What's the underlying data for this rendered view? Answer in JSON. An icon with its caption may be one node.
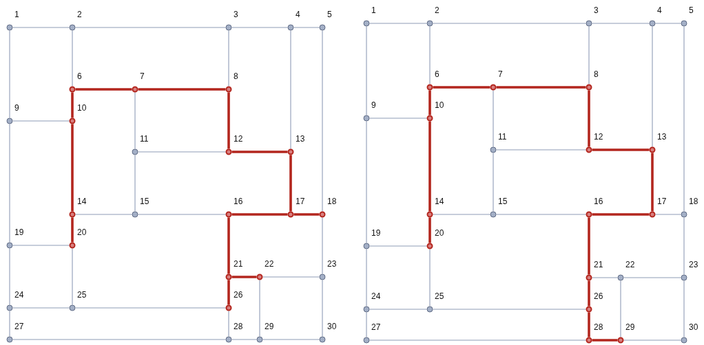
{
  "diagram": {
    "nodes": [
      {
        "text": [],
        "shape": "circle",
        "beside": [
          "1"
        ]
      },
      {
        "text": [],
        "shape": "circle",
        "beside": [
          "2"
        ]
      },
      {
        "text": [],
        "shape": "circle",
        "beside": [
          "3"
        ]
      },
      {
        "text": [],
        "shape": "circle",
        "beside": [
          "4"
        ]
      },
      {
        "text": [],
        "shape": "circle",
        "beside": [
          "5"
        ]
      },
      {
        "text": [],
        "shape": "circle",
        "beside": [
          "6"
        ]
      },
      {
        "text": [],
        "shape": "circle",
        "beside": [
          "7"
        ]
      },
      {
        "text": [],
        "shape": "circle",
        "beside": [
          "8"
        ]
      },
      {
        "text": [],
        "shape": "circle",
        "beside": [
          "9"
        ]
      },
      {
        "text": [],
        "shape": "circle",
        "beside": [
          "10"
        ]
      },
      {
        "text": [],
        "shape": "circle",
        "beside": [
          "11"
        ]
      },
      {
        "text": [],
        "shape": "circle",
        "beside": [
          "12"
        ]
      },
      {
        "text": [],
        "shape": "circle",
        "beside": [
          "13"
        ]
      },
      {
        "text": [],
        "shape": "circle",
        "beside": [
          "14"
        ]
      },
      {
        "text": [],
        "shape": "circle",
        "beside": [
          "15"
        ]
      },
      {
        "text": [],
        "shape": "circle",
        "beside": [
          "16"
        ]
      },
      {
        "text": [],
        "shape": "circle",
        "beside": [
          "17"
        ]
      },
      {
        "text": [],
        "shape": "circle",
        "beside": [
          "18"
        ]
      },
      {
        "text": [],
        "shape": "circle",
        "beside": [
          "19"
        ]
      },
      {
        "text": [],
        "shape": "circle",
        "beside": [
          "20"
        ]
      },
      {
        "text": [],
        "shape": "circle",
        "beside": [
          "21"
        ]
      },
      {
        "text": [],
        "shape": "circle",
        "beside": [
          "22"
        ]
      },
      {
        "text": [],
        "shape": "circle",
        "beside": [
          "23"
        ]
      },
      {
        "text": [],
        "shape": "circle",
        "beside": [
          "24"
        ]
      },
      {
        "text": [],
        "shape": "circle",
        "beside": [
          "25"
        ]
      },
      {
        "text": [],
        "shape": "circle",
        "beside": [
          "26"
        ]
      },
      {
        "text": [],
        "shape": "circle",
        "beside": [
          "27"
        ]
      },
      {
        "text": [],
        "shape": "circle",
        "beside": [
          "28"
        ]
      },
      {
        "text": [],
        "shape": "circle",
        "beside": [
          "29"
        ]
      },
      {
        "text": [],
        "shape": "circle",
        "beside": [
          "30"
        ]
      },
      {
        "text": [],
        "shape": "circle",
        "beside": [
          "1"
        ]
      },
      {
        "text": [],
        "shape": "circle",
        "beside": [
          "2"
        ]
      },
      {
        "text": [],
        "shape": "circle",
        "beside": [
          "3"
        ]
      },
      {
        "text": [],
        "shape": "circle",
        "beside": [
          "4"
        ]
      },
      {
        "text": [],
        "shape": "circle",
        "beside": [
          "5"
        ]
      },
      {
        "text": [],
        "shape": "circle",
        "beside": [
          "6"
        ]
      },
      {
        "text": [],
        "shape": "circle",
        "beside": [
          "7"
        ]
      },
      {
        "text": [],
        "shape": "circle",
        "beside": [
          "8"
        ]
      },
      {
        "text": [],
        "shape": "circle",
        "beside": [
          "9"
        ]
      },
      {
        "text": [],
        "shape": "circle",
        "beside": [
          "10"
        ]
      },
      {
        "text": [],
        "shape": "circle",
        "beside": [
          "11"
        ]
      },
      {
        "text": [],
        "shape": "circle",
        "beside": [
          "12"
        ]
      },
      {
        "text": [],
        "shape": "circle",
        "beside": [
          "13"
        ]
      },
      {
        "text": [],
        "shape": "circle",
        "beside": [
          "14"
        ]
      },
      {
        "text": [],
        "shape": "circle",
        "beside": [
          "15"
        ]
      },
      {
        "text": [],
        "shape": "circle",
        "beside": [
          "16"
        ]
      },
      {
        "text": [],
        "shape": "circle",
        "beside": [
          "17"
        ]
      },
      {
        "text": [],
        "shape": "circle",
        "beside": [
          "18"
        ]
      },
      {
        "text": [],
        "shape": "circle",
        "beside": [
          "19"
        ]
      },
      {
        "text": [],
        "shape": "circle",
        "beside": [
          "20"
        ]
      },
      {
        "text": [],
        "shape": "circle",
        "beside": [
          "21"
        ]
      },
      {
        "text": [],
        "shape": "circle",
        "beside": [
          "22"
        ]
      },
      {
        "text": [],
        "shape": "circle",
        "beside": [
          "23"
        ]
      },
      {
        "text": [],
        "shape": "circle",
        "beside": [
          "24"
        ]
      },
      {
        "text": [],
        "shape": "circle",
        "beside": [
          "25"
        ]
      },
      {
        "text": [],
        "shape": "circle",
        "beside": [
          "26"
        ]
      },
      {
        "text": [],
        "shape": "circle",
        "beside": [
          "27"
        ]
      },
      {
        "text": [],
        "shape": "circle",
        "beside": [
          "28"
        ]
      },
      {
        "text": [],
        "shape": "circle",
        "beside": [
          "29"
        ]
      },
      {
        "text": [],
        "shape": "circle",
        "beside": [
          "30"
        ]
      }
    ],
    "edges": [
      {
        "from": 0,
        "to": 1,
        "arrow": "none"
      },
      {
        "from": 1,
        "to": 2,
        "arrow": "none"
      },
      {
        "from": 2,
        "to": 3,
        "arrow": "none"
      },
      {
        "from": 3,
        "to": 4,
        "arrow": "none"
      },
      {
        "from": 0,
        "to": 8,
        "arrow": "none"
      },
      {
        "from": 8,
        "to": 18,
        "arrow": "none"
      },
      {
        "from": 18,
        "to": 23,
        "arrow": "none"
      },
      {
        "from": 23,
        "to": 26,
        "arrow": "none"
      },
      {
        "from": 1,
        "to": 5,
        "arrow": "none"
      },
      {
        "from": 2,
        "to": 7,
        "arrow": "none"
      },
      {
        "from": 3,
        "to": 12,
        "arrow": "none"
      },
      {
        "from": 4,
        "to": 17,
        "arrow": "none"
      },
      {
        "from": 5,
        "to": 6,
        "arrow": "none",
        "style": "thick",
        "color": "#b3261e"
      },
      {
        "from": 6,
        "to": 7,
        "arrow": "none",
        "style": "thick",
        "color": "#b3261e"
      },
      {
        "from": 5,
        "to": 9,
        "arrow": "none",
        "style": "thick",
        "color": "#b3261e"
      },
      {
        "from": 8,
        "to": 9,
        "arrow": "none"
      },
      {
        "from": 9,
        "to": 13,
        "arrow": "none",
        "style": "thick",
        "color": "#b3261e"
      },
      {
        "from": 6,
        "to": 10,
        "arrow": "none"
      },
      {
        "from": 7,
        "to": 11,
        "arrow": "none",
        "style": "thick",
        "color": "#b3261e"
      },
      {
        "from": 10,
        "to": 11,
        "arrow": "none"
      },
      {
        "from": 11,
        "to": 12,
        "arrow": "none",
        "style": "thick",
        "color": "#b3261e"
      },
      {
        "from": 12,
        "to": 16,
        "arrow": "none",
        "style": "thick",
        "color": "#b3261e"
      },
      {
        "from": 10,
        "to": 14,
        "arrow": "none"
      },
      {
        "from": 13,
        "to": 14,
        "arrow": "none"
      },
      {
        "from": 14,
        "to": 15,
        "arrow": "none"
      },
      {
        "from": 15,
        "to": 16,
        "arrow": "none",
        "style": "thick",
        "color": "#b3261e"
      },
      {
        "from": 16,
        "to": 17,
        "arrow": "none",
        "style": "thick",
        "color": "#b3261e"
      },
      {
        "from": 13,
        "to": 19,
        "arrow": "none",
        "style": "thick",
        "color": "#b3261e"
      },
      {
        "from": 18,
        "to": 19,
        "arrow": "none"
      },
      {
        "from": 19,
        "to": 24,
        "arrow": "none"
      },
      {
        "from": 17,
        "to": 22,
        "arrow": "none"
      },
      {
        "from": 15,
        "to": 20,
        "arrow": "none",
        "style": "thick",
        "color": "#b3261e"
      },
      {
        "from": 20,
        "to": 21,
        "arrow": "none",
        "style": "thick",
        "color": "#b3261e"
      },
      {
        "from": 21,
        "to": 22,
        "arrow": "none"
      },
      {
        "from": 20,
        "to": 25,
        "arrow": "none",
        "style": "thick",
        "color": "#b3261e"
      },
      {
        "from": 23,
        "to": 24,
        "arrow": "none"
      },
      {
        "from": 24,
        "to": 25,
        "arrow": "none"
      },
      {
        "from": 25,
        "to": 27,
        "arrow": "none"
      },
      {
        "from": 21,
        "to": 28,
        "arrow": "none"
      },
      {
        "from": 22,
        "to": 29,
        "arrow": "none"
      },
      {
        "from": 26,
        "to": 27,
        "arrow": "none"
      },
      {
        "from": 27,
        "to": 28,
        "arrow": "none"
      },
      {
        "from": 28,
        "to": 29,
        "arrow": "none"
      },
      {
        "from": 30,
        "to": 31,
        "arrow": "none"
      },
      {
        "from": 31,
        "to": 32,
        "arrow": "none"
      },
      {
        "from": 32,
        "to": 33,
        "arrow": "none"
      },
      {
        "from": 33,
        "to": 34,
        "arrow": "none"
      },
      {
        "from": 30,
        "to": 38,
        "arrow": "none"
      },
      {
        "from": 38,
        "to": 48,
        "arrow": "none"
      },
      {
        "from": 48,
        "to": 53,
        "arrow": "none"
      },
      {
        "from": 53,
        "to": 56,
        "arrow": "none"
      },
      {
        "from": 31,
        "to": 35,
        "arrow": "none"
      },
      {
        "from": 32,
        "to": 37,
        "arrow": "none"
      },
      {
        "from": 33,
        "to": 42,
        "arrow": "none"
      },
      {
        "from": 34,
        "to": 47,
        "arrow": "none"
      },
      {
        "from": 35,
        "to": 36,
        "arrow": "none",
        "style": "thick",
        "color": "#b3261e"
      },
      {
        "from": 36,
        "to": 37,
        "arrow": "none",
        "style": "thick",
        "color": "#b3261e"
      },
      {
        "from": 35,
        "to": 39,
        "arrow": "none",
        "style": "thick",
        "color": "#b3261e"
      },
      {
        "from": 38,
        "to": 39,
        "arrow": "none"
      },
      {
        "from": 39,
        "to": 43,
        "arrow": "none",
        "style": "thick",
        "color": "#b3261e"
      },
      {
        "from": 36,
        "to": 40,
        "arrow": "none"
      },
      {
        "from": 37,
        "to": 41,
        "arrow": "none",
        "style": "thick",
        "color": "#b3261e"
      },
      {
        "from": 40,
        "to": 41,
        "arrow": "none"
      },
      {
        "from": 41,
        "to": 42,
        "arrow": "none",
        "style": "thick",
        "color": "#b3261e"
      },
      {
        "from": 42,
        "to": 46,
        "arrow": "none",
        "style": "thick",
        "color": "#b3261e"
      },
      {
        "from": 40,
        "to": 44,
        "arrow": "none"
      },
      {
        "from": 43,
        "to": 44,
        "arrow": "none"
      },
      {
        "from": 44,
        "to": 45,
        "arrow": "none"
      },
      {
        "from": 45,
        "to": 46,
        "arrow": "none",
        "style": "thick",
        "color": "#b3261e"
      },
      {
        "from": 46,
        "to": 47,
        "arrow": "none"
      },
      {
        "from": 43,
        "to": 49,
        "arrow": "none",
        "style": "thick",
        "color": "#b3261e"
      },
      {
        "from": 48,
        "to": 49,
        "arrow": "none"
      },
      {
        "from": 49,
        "to": 54,
        "arrow": "none"
      },
      {
        "from": 47,
        "to": 52,
        "arrow": "none"
      },
      {
        "from": 45,
        "to": 50,
        "arrow": "none",
        "style": "thick",
        "color": "#b3261e"
      },
      {
        "from": 50,
        "to": 51,
        "arrow": "none"
      },
      {
        "from": 51,
        "to": 52,
        "arrow": "none"
      },
      {
        "from": 50,
        "to": 55,
        "arrow": "none",
        "style": "thick",
        "color": "#b3261e"
      },
      {
        "from": 53,
        "to": 54,
        "arrow": "none"
      },
      {
        "from": 54,
        "to": 55,
        "arrow": "none"
      },
      {
        "from": 55,
        "to": 57,
        "arrow": "none",
        "style": "thick",
        "color": "#b3261e"
      },
      {
        "from": 51,
        "to": 58,
        "arrow": "none"
      },
      {
        "from": 52,
        "to": 59,
        "arrow": "none"
      },
      {
        "from": 56,
        "to": 57,
        "arrow": "none"
      },
      {
        "from": 57,
        "to": 58,
        "arrow": "none",
        "style": "thick",
        "color": "#b3261e"
      },
      {
        "from": 58,
        "to": 59,
        "arrow": "none"
      }
    ]
  }
}
